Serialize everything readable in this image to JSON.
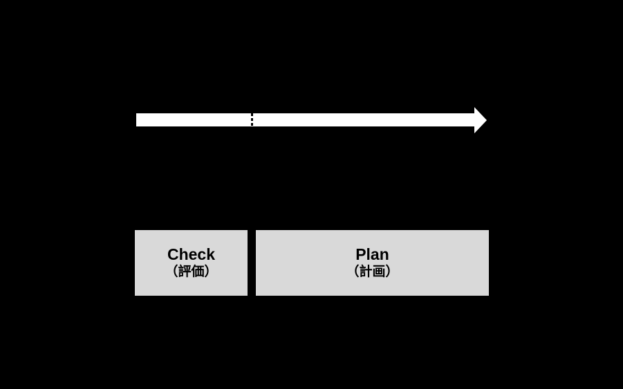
{
  "canvas": {
    "background": "#000000"
  },
  "timeline_arrow": {
    "name": "horizontal-right-arrow",
    "color": "#ffffff",
    "divider": {
      "style": "dotted-vertical-line",
      "color": "#000000"
    }
  },
  "boxes": [
    {
      "id": "check",
      "title": "Check",
      "subtitle": "（評価）",
      "fill": "#d9d9d9",
      "text_color": "#000000"
    },
    {
      "id": "plan",
      "title": "Plan",
      "subtitle": "（計画）",
      "fill": "#d9d9d9",
      "text_color": "#000000"
    }
  ]
}
